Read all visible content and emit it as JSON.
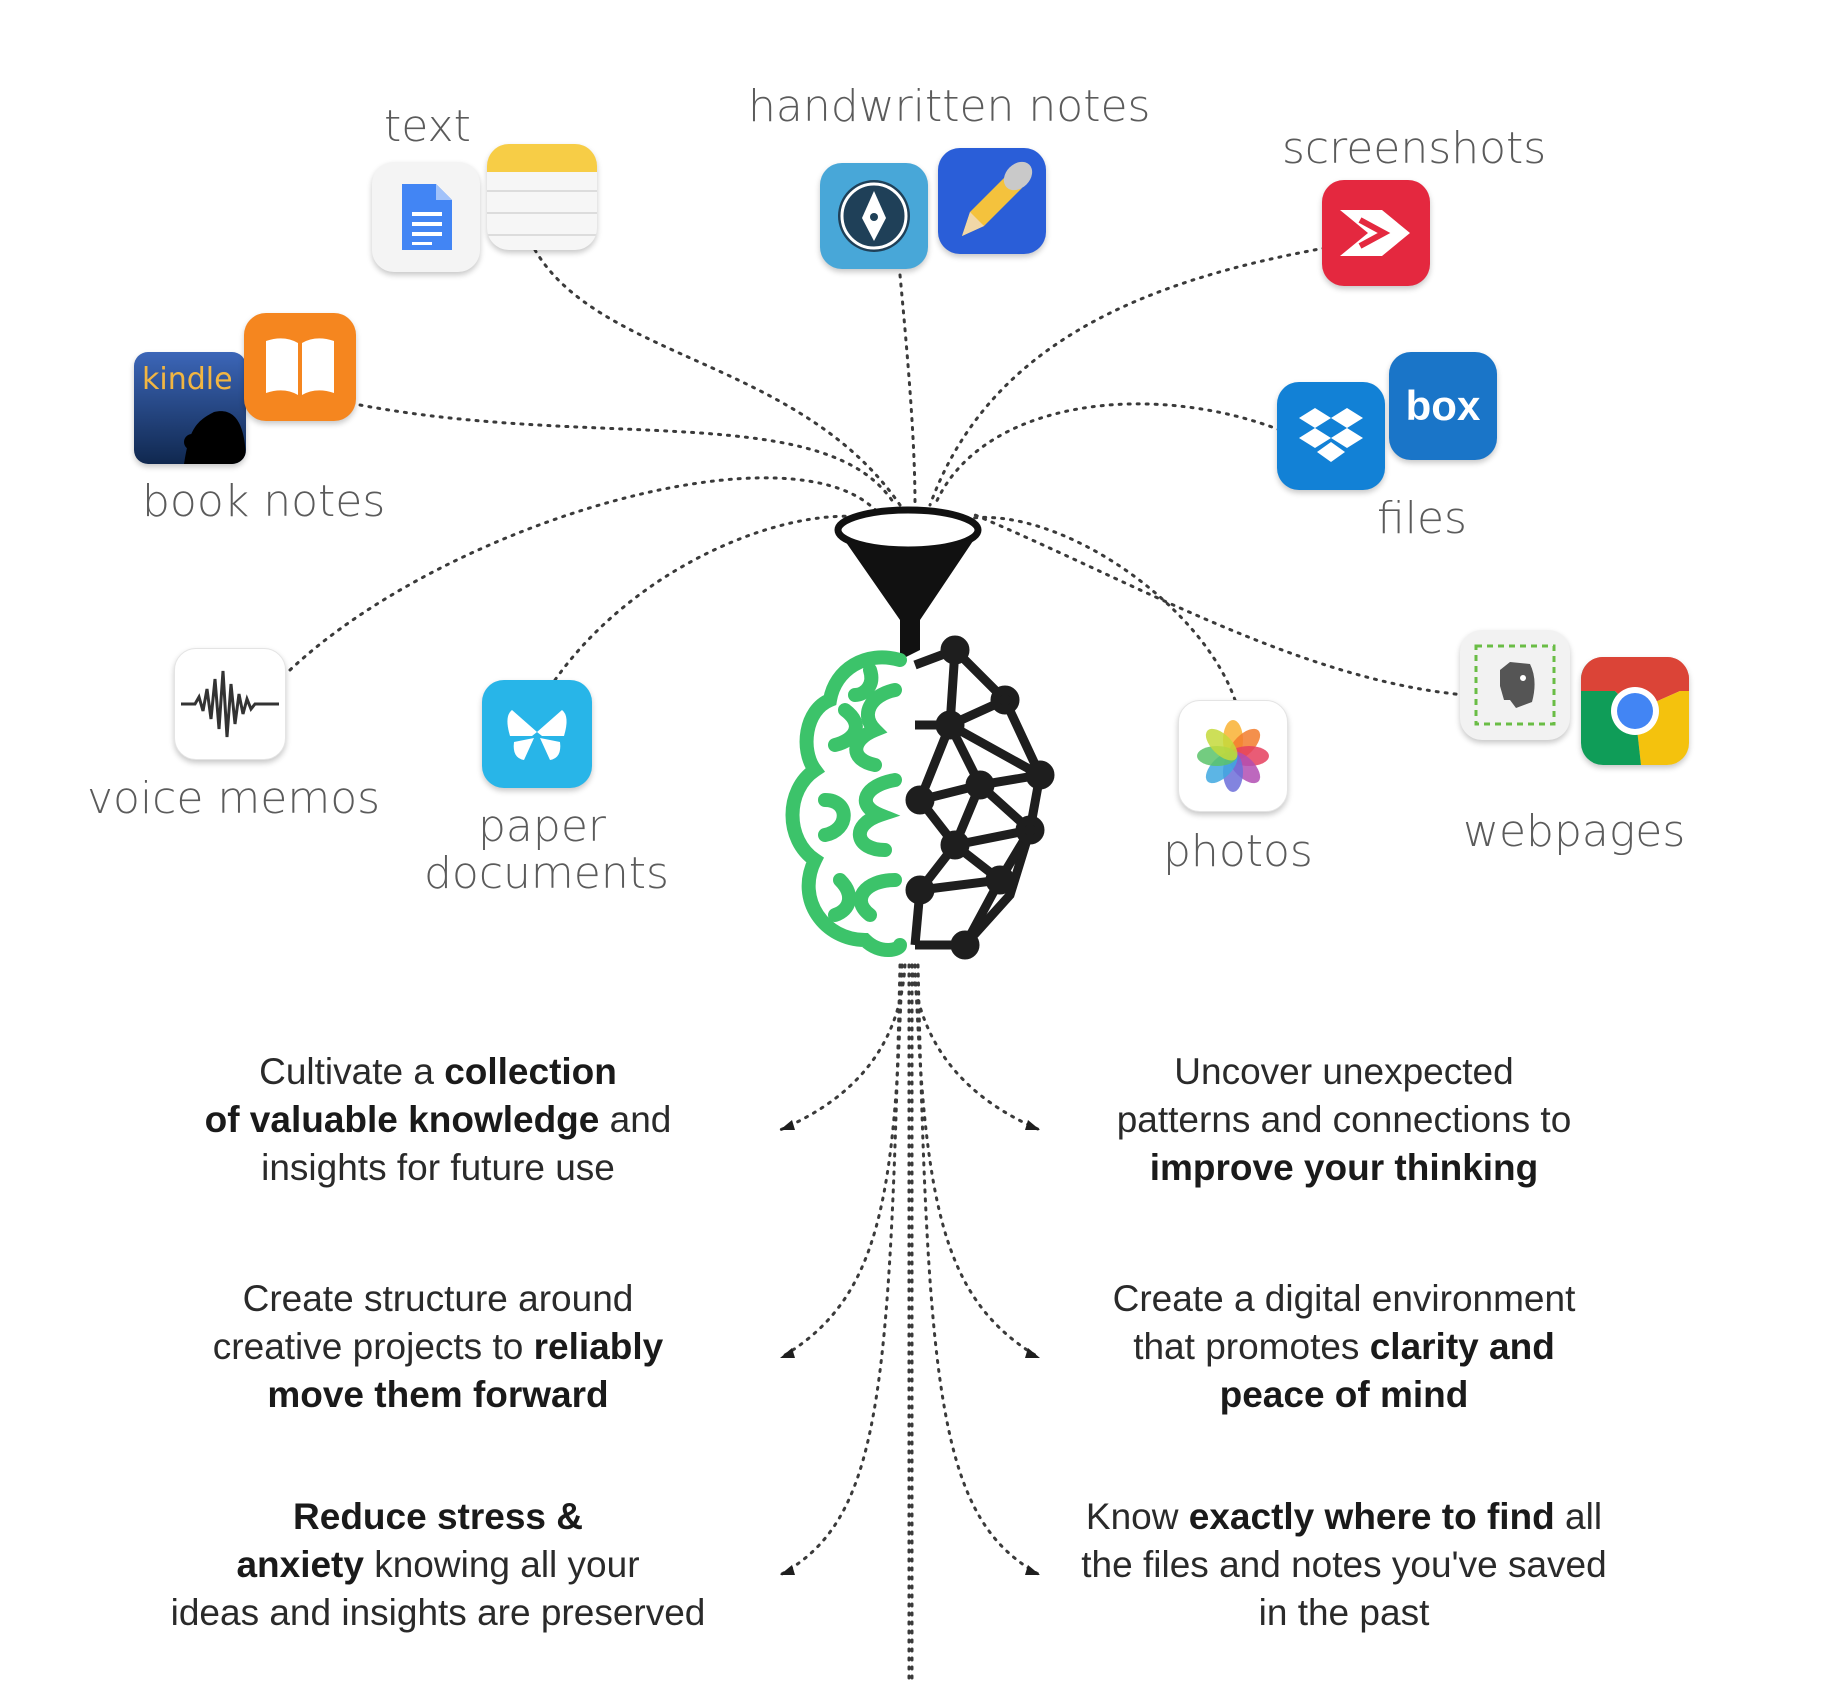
{
  "sources": {
    "text": "text",
    "handwritten": "handwritten notes",
    "screenshots": "screenshots",
    "book_notes": "book notes",
    "files": "files",
    "voice_memos": "voice memos",
    "paper_1": "paper",
    "paper_2": "documents",
    "photos": "photos",
    "webpages": "webpages"
  },
  "apps": {
    "kindle": "kindle",
    "box": "box"
  },
  "benefits": {
    "b1": {
      "t1": "Cultivate a ",
      "b1": "collection",
      "b2": "of valuable knowledge",
      "t2": " and",
      "t3": "insights for future use"
    },
    "b2": {
      "t1": "Uncover unexpected",
      "t2": "patterns and connections to",
      "b1": "improve your thinking"
    },
    "b3": {
      "t1": "Create structure around",
      "t2": "creative projects to ",
      "b1": "reliably",
      "b2": "move them forward"
    },
    "b4": {
      "t1": "Create a digital environment",
      "t2": "that promotes ",
      "b1": "clarity and",
      "b2": "peace of mind"
    },
    "b5": {
      "b1": "Reduce stress &",
      "b2": "anxiety",
      "t1": " knowing all your",
      "t2": "ideas and insights are preserved"
    },
    "b6": {
      "t1": "Know ",
      "b1": "exactly where to find",
      "t2": " all",
      "t3": "the files and notes you've saved",
      "t4": "in the past"
    }
  },
  "colors": {
    "brain_left": "#3cc36a",
    "brain_right": "#1e1e1e",
    "dots": "#3a3a3a"
  }
}
